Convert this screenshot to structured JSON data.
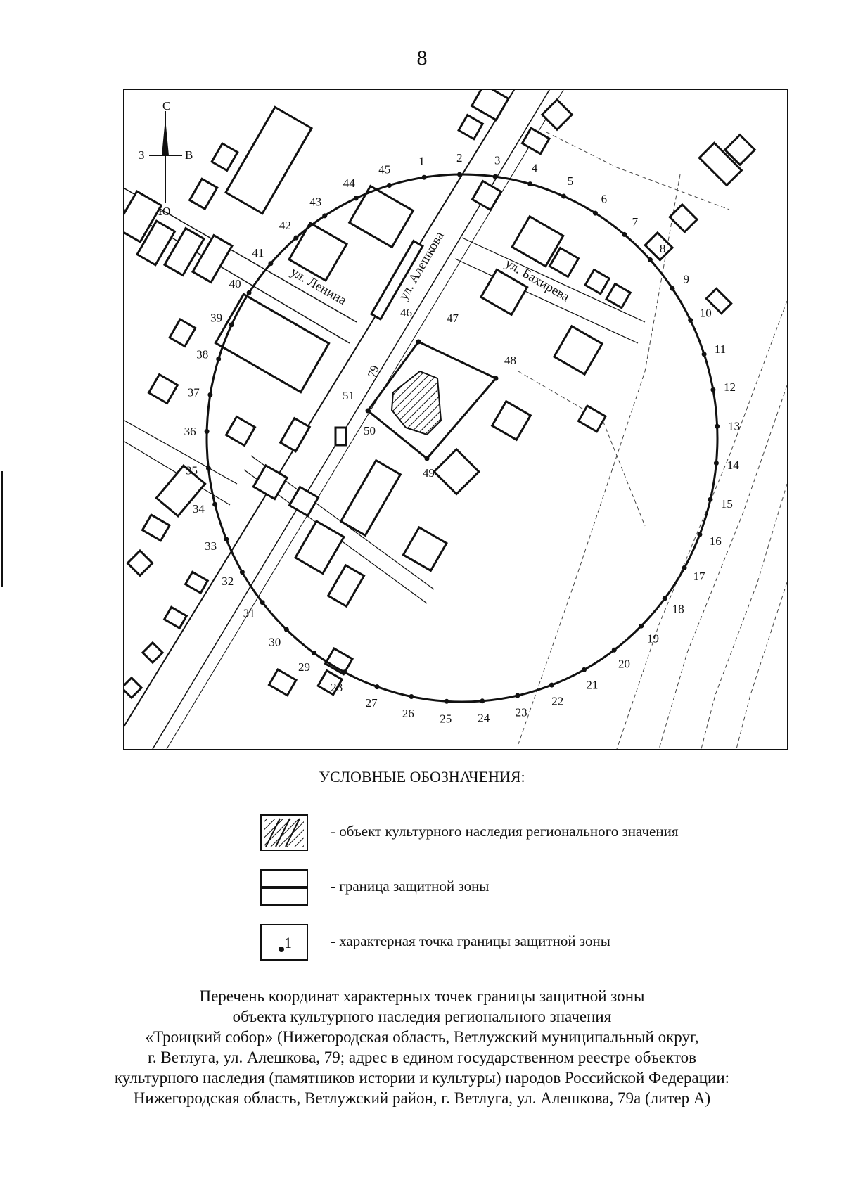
{
  "page_number": "8",
  "map": {
    "compass": {
      "north": "С",
      "south": "Ю",
      "east": "В",
      "west": "З"
    },
    "streets": [
      "ул. Ленина",
      "ул. Алешкова",
      "ул. Бахирева"
    ],
    "building_label": "79",
    "points": [
      "1",
      "2",
      "3",
      "4",
      "5",
      "6",
      "7",
      "8",
      "9",
      "10",
      "11",
      "12",
      "13",
      "14",
      "15",
      "16",
      "17",
      "18",
      "19",
      "20",
      "21",
      "22",
      "23",
      "24",
      "25",
      "26",
      "27",
      "28",
      "29",
      "30",
      "31",
      "32",
      "33",
      "34",
      "35",
      "36",
      "37",
      "38",
      "39",
      "40",
      "41",
      "42",
      "43",
      "44",
      "45",
      "46",
      "47",
      "48",
      "49",
      "50",
      "51"
    ]
  },
  "legend": {
    "title": "УСЛОВНЫЕ ОБОЗНАЧЕНИЯ:",
    "items": [
      {
        "symbol": "hatched",
        "text": "- объект культурного наследия регионального значения"
      },
      {
        "symbol": "boundary-line",
        "text": "- граница защитной зоны"
      },
      {
        "symbol": "point",
        "label": "1",
        "text": "- характерная точка границы защитной зоны"
      }
    ]
  },
  "caption": [
    "Перечень координат характерных точек границы защитной зоны",
    "объекта культурного наследия регионального значения",
    "«Троицкий собор» (Нижегородская область, Ветлужский муниципальный округ,",
    "г. Ветлуга, ул. Алешкова, 79; адрес в едином государственном реестре объектов",
    "культурного наследия (памятников истории и культуры) народов Российской Федерации:",
    "Нижегородская область, Ветлужский район, г. Ветлуга, ул. Алешкова, 79а (литер А)"
  ]
}
